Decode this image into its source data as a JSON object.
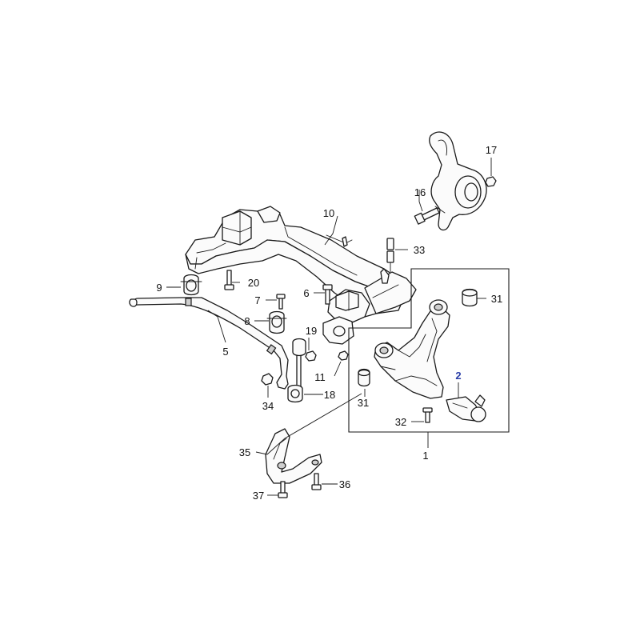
{
  "diagram": {
    "callouts": {
      "c1": "1",
      "c2": "2",
      "c5": "5",
      "c6": "6",
      "c7": "7",
      "c8": "8",
      "c9": "9",
      "c10": "10",
      "c11": "11",
      "c16": "16",
      "c17": "17",
      "c18": "18",
      "c19": "19",
      "c20": "20",
      "c31a": "31",
      "c31b": "31",
      "c32": "32",
      "c33": "33",
      "c34": "34",
      "c35": "35",
      "c36": "36",
      "c37": "37"
    },
    "highlight_color": "#2b3fa8"
  }
}
